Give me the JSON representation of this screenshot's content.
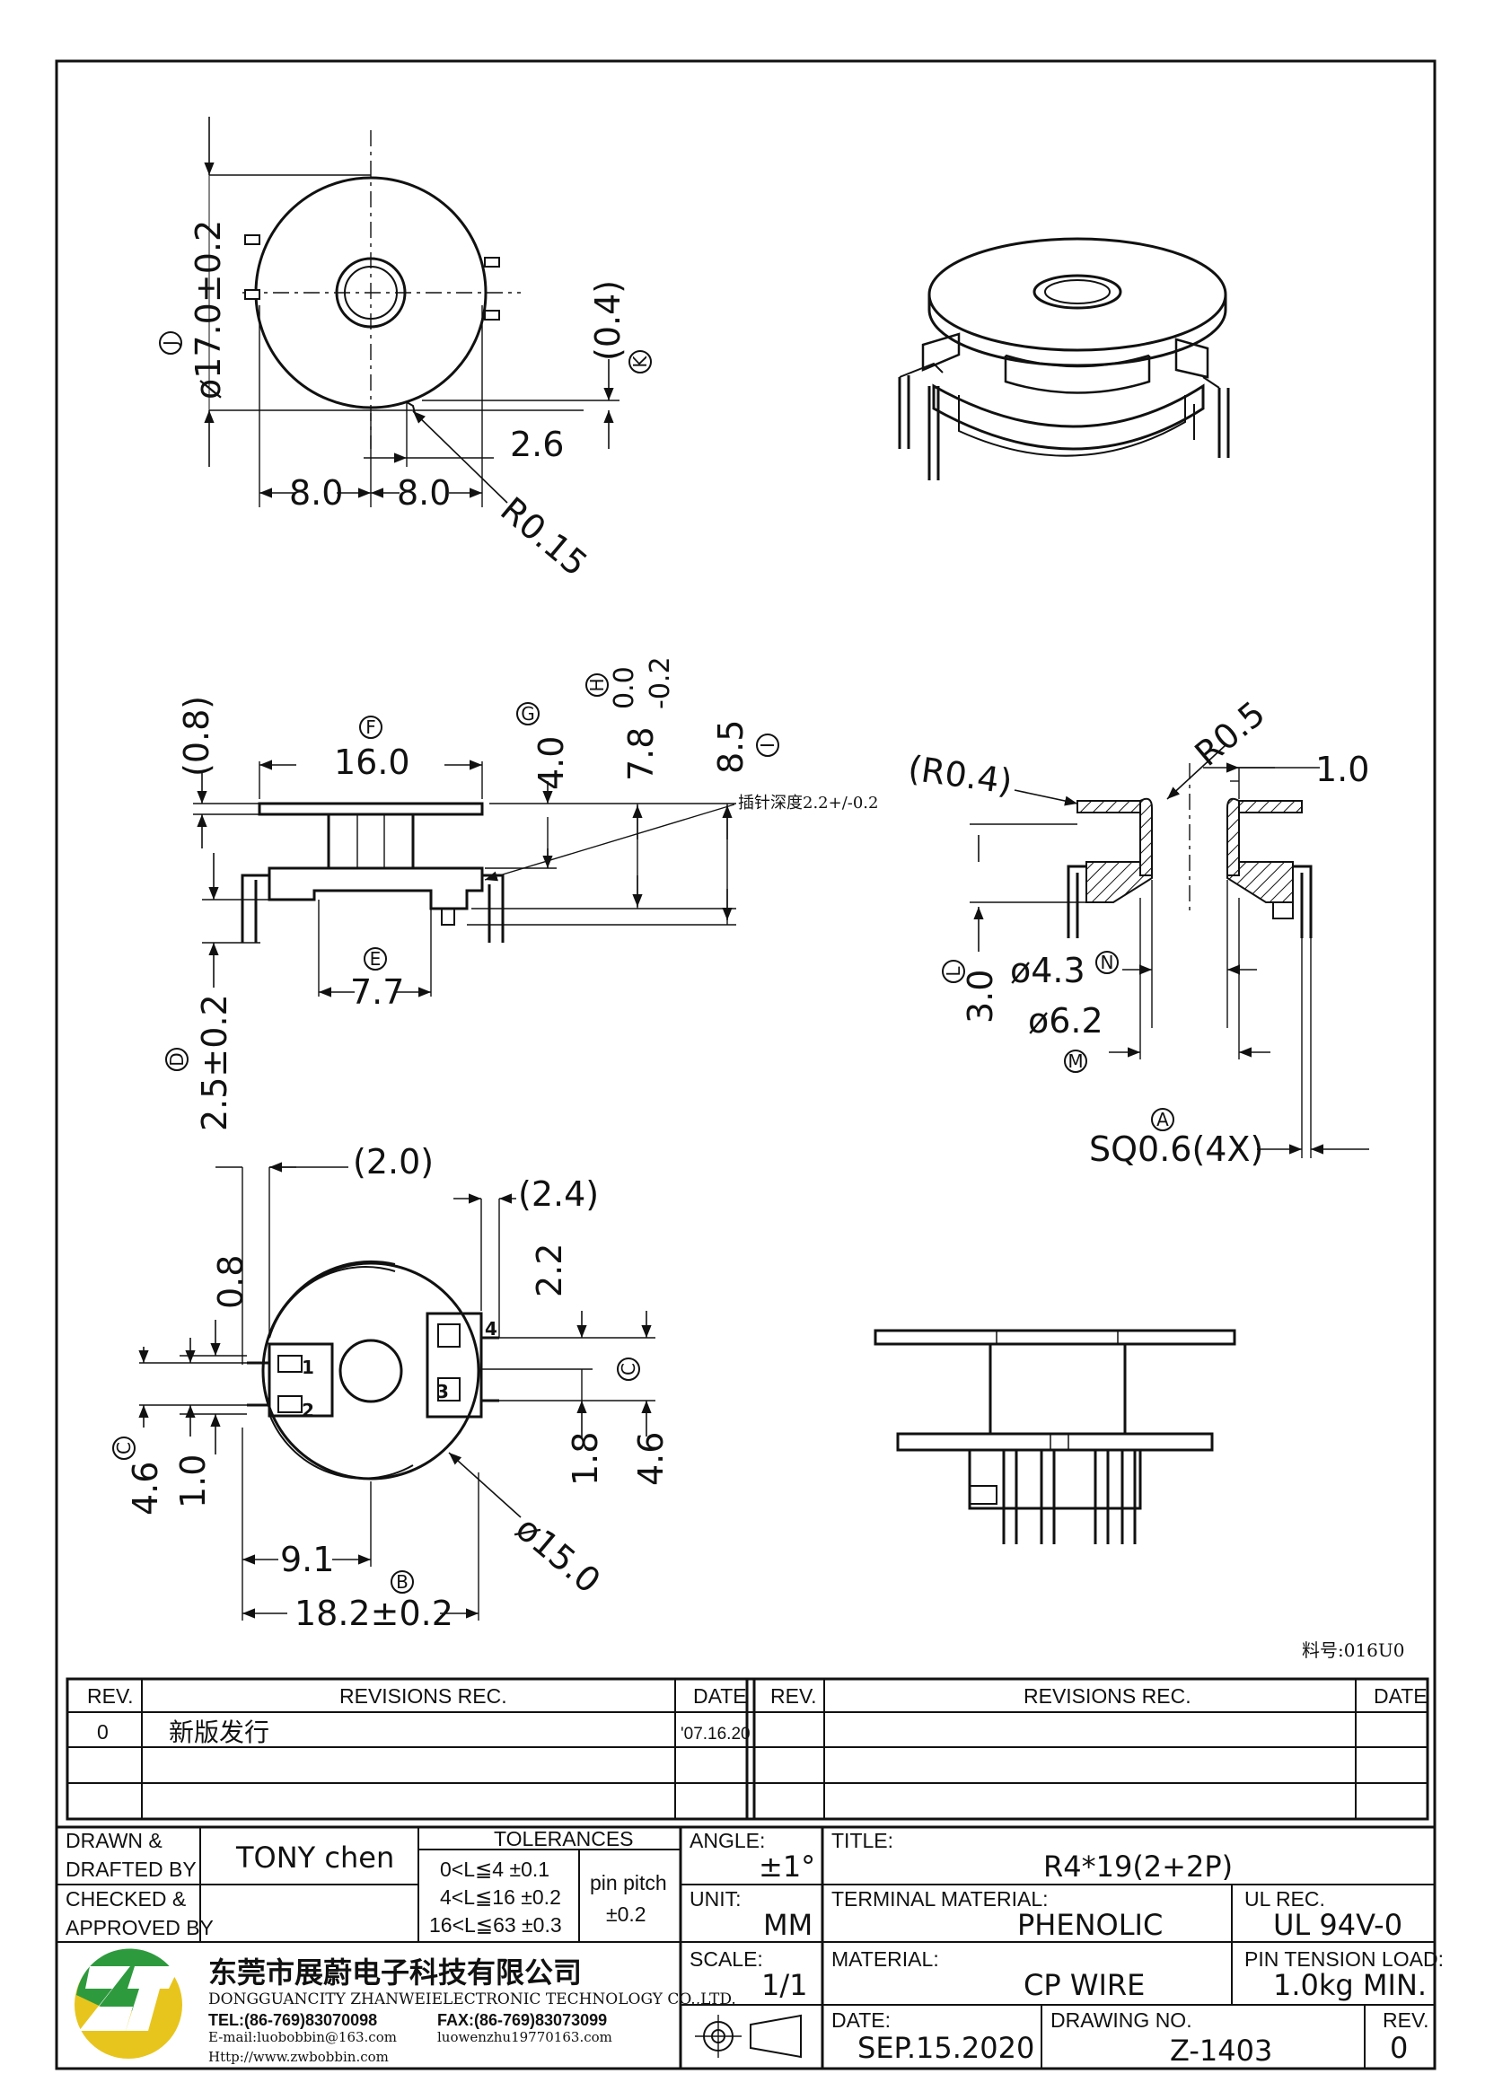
{
  "drawing": {
    "top_view": {
      "dia_label": "ø17.0±0.2",
      "dia_callout": "J",
      "gap_label": "(0.4)",
      "gap_callout": "K",
      "w_left": "8.0",
      "w_right": "8.0",
      "slot_label": "2.6",
      "radius_label": "R0.15"
    },
    "side_view": {
      "flange_width": "16.0",
      "flange_width_callout": "F",
      "flange_thick": "(0.8)",
      "height_g": "4.0",
      "height_g_callout": "G",
      "height_h": "7.8",
      "height_h_tol_upper": "0.0",
      "height_h_tol_lower": "-0.2",
      "height_h_callout": "H",
      "height_i": "8.5",
      "height_i_callout": "I",
      "pin_depth_note": "插针深度2.2+/-0.2",
      "base_width": "7.7",
      "base_width_callout": "E",
      "pin_len": "2.5±0.2",
      "pin_len_callout": "D"
    },
    "section_view": {
      "r1": "(R0.4)",
      "r2": "R0.5",
      "wall": "1.0",
      "depth": "3.0",
      "depth_callout": "L",
      "inner_dia": "ø4.3",
      "inner_dia_callout": "N",
      "outer_dia": "ø6.2",
      "outer_dia_callout": "M",
      "pin_sq": "SQ0.6(4X)",
      "pin_sq_callout": "A"
    },
    "bottom_view": {
      "d_2_0": "(2.0)",
      "d_2_4": "(2.4)",
      "d_0_8": "0.8",
      "d_2_2": "2.2",
      "d_4_6_left": "4.6",
      "d_4_6_left_callout": "C",
      "d_1_0": "1.0",
      "d_1_8": "1.8",
      "d_4_6_right": "4.6",
      "d_4_6_right_callout": "C",
      "d_9_1": "9.1",
      "d_18_2": "18.2±0.2",
      "d_18_2_callout": "B",
      "d_15": "ø15.0",
      "pins": [
        "1",
        "2",
        "3",
        "4"
      ]
    },
    "material_code": "料号:016U0"
  },
  "revisions": {
    "headers": {
      "rev": "REV.",
      "rec": "REVISIONS   REC.",
      "date": "DATE"
    },
    "rows": [
      {
        "rev": "0",
        "rec": "新版发行",
        "date": "'07.16.20"
      }
    ]
  },
  "title_block": {
    "drawn_label_1": "DRAWN &",
    "drawn_label_2": "DRAFTED BY",
    "drawn_value": "TONY chen",
    "checked_label_1": "CHECKED &",
    "checked_label_2": "APPROVED BY",
    "tolerances_label": "TOLERANCES",
    "tol_rows": [
      "0<L≦4   ±0.1",
      "4<L≦16  ±0.2",
      "16<L≦63  ±0.3"
    ],
    "pin_pitch_label": "pin pitch",
    "pin_pitch_value": "±0.2",
    "angle_label": "ANGLE:",
    "angle_value": "±1°",
    "unit_label": "UNIT:",
    "unit_value": "MM",
    "scale_label": "SCALE:",
    "scale_value": "1/1",
    "title_label": "TITLE:",
    "title_value": "R4*19(2+2P)",
    "terminal_label": "TERMINAL MATERIAL:",
    "terminal_value": "PHENOLIC",
    "ul_label": "UL REC.",
    "ul_value": "UL 94V-0",
    "material_label": "MATERIAL:",
    "material_value": "CP WIRE",
    "pin_tension_label": "PIN TENSION LOAD:",
    "pin_tension_value": "1.0kg MIN.",
    "date_label": "DATE:",
    "date_value": "SEP.15.2020",
    "drawing_no_label": "DRAWING NO.",
    "drawing_no_value": "Z-1403",
    "rev_label": "REV.",
    "rev_value": "0",
    "company_cn": "东莞市展蔚电子科技有限公司",
    "company_en": "DONGGUANCITY ZHANWEIELECTRONIC TECHNOLOGY CO.,LTD.",
    "tel": "TEL:(86-769)83070098",
    "fax": "FAX:(86-769)83073099",
    "email": "E-mail:luobobbin@163.com",
    "email2": "luowenzhu19770163.com",
    "web": "Http://www.zwbobbin.com",
    "logo_text": "ZW",
    "colors": {
      "logo_green": "#2e9a3e",
      "logo_yellow": "#e7c51d"
    }
  }
}
